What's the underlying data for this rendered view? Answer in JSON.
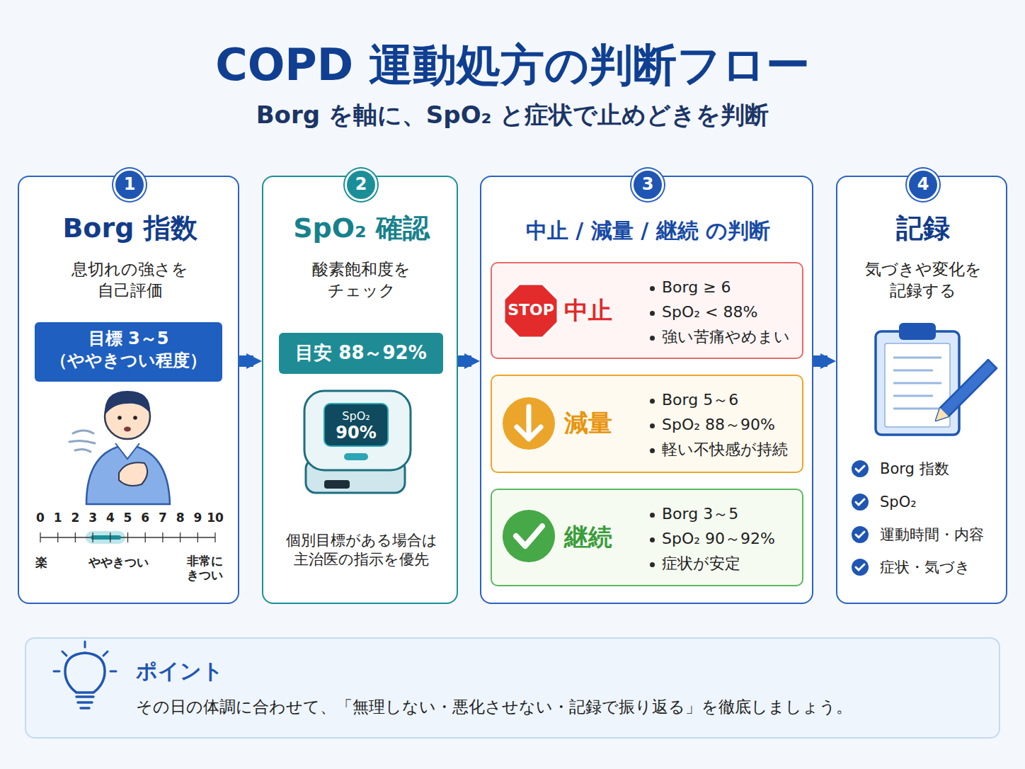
{
  "diagram": {
    "title": "COPD 運動処方の判断フロー",
    "caption": "Borg を軸に、SpO₂ と症状で止めどきを判断",
    "nodes": [
      {
        "text": [
          "Borg 指数",
          "息切れの強さを 自己評価"
        ]
      },
      {
        "text": [
          "1"
        ],
        "in": 0
      },
      {
        "text": [
          "目標 3～5 （ややきつい程度）"
        ],
        "in": 0
      },
      {
        "text": [
          "SpO₂ 確認",
          "酸素飽和度を チェック",
          "個別目標がある場合は 主治医の指示を優先"
        ]
      },
      {
        "text": [
          "2"
        ],
        "in": 3
      },
      {
        "text": [
          "目安 88～92%"
        ],
        "in": 3
      },
      {
        "text": [
          "中止 / 減量 / 継続 の判断"
        ]
      },
      {
        "text": [
          "3"
        ],
        "in": 6
      },
      {
        "text": [
          "中止",
          "Borg ≥ 6",
          "SpO₂ < 88%",
          "強い苦痛やめまい"
        ],
        "in": 6
      },
      {
        "text": [
          "STOP"
        ],
        "in": 8
      },
      {
        "text": [
          "減量",
          "Borg 5～6",
          "SpO₂ 88～90%",
          "軽い不快感が持続"
        ],
        "in": 6
      },
      {
        "text": [
          "継続",
          "Borg 3～5",
          "SpO₂ 90～92%",
          "症状が安定"
        ],
        "in": 6
      },
      {
        "text": [
          "記録",
          "気づきや変化を 記録する"
        ]
      },
      {
        "text": [
          "4"
        ],
        "in": 12
      },
      {
        "text": [
          "ポイント",
          "その日の体調に合わせて、「無理しない・悪化させない・記録で振り返る」を徹底しましょう。"
        ]
      }
    ],
    "edges": [
      {
        "from": 0,
        "to": 3,
        "arrow": "to"
      },
      {
        "from": 3,
        "to": 6,
        "arrow": "to"
      },
      {
        "from": 6,
        "to": 12,
        "arrow": "to"
      }
    ],
    "labels": [
      "0",
      "1",
      "2",
      "3",
      "4",
      "5",
      "6",
      "7",
      "8",
      "9",
      "10",
      "楽",
      "ややきつい",
      "非常に きつい",
      "SpO₂",
      "90%",
      "Borg 指数",
      "SpO₂",
      "運動時間・内容",
      "症状・気づき"
    ]
  }
}
